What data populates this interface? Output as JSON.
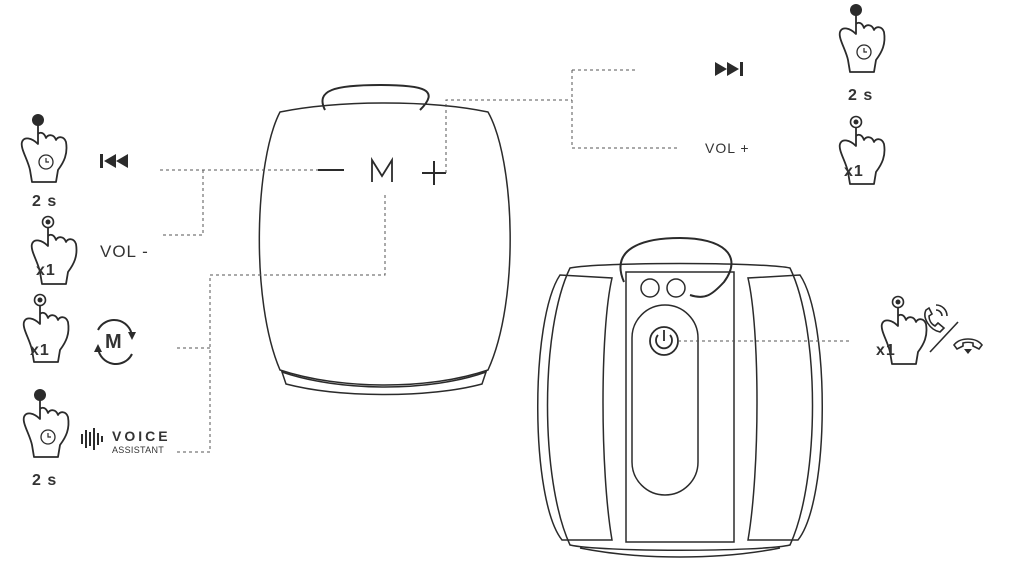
{
  "speaker_front": {
    "buttons": {
      "minus": "—",
      "mode": "M",
      "plus": "+"
    }
  },
  "left_column": {
    "previous_track_hold": "2 s",
    "volume_down": "VOL -",
    "press_count_vol_down": "x1",
    "press_count_mode": "x1",
    "mode_icon": "M",
    "voice_assistant": {
      "title": "VOICE",
      "subtitle": "ASSISTANT",
      "hold": "2 s"
    }
  },
  "right_column": {
    "next_track_hold": "2 s",
    "volume_up": "VOL +",
    "press_count_vol_up": "x1",
    "press_count_call": "x1"
  },
  "icons": [
    "hand-press-icon",
    "timer-icon",
    "previous-track-icon",
    "next-track-icon",
    "mode-cycle-icon",
    "voice-waveform-icon",
    "phone-answer-icon",
    "phone-hangup-icon",
    "power-icon"
  ],
  "colors": {
    "line": "#2b2b2b",
    "hand_fill": "#ffffff",
    "fingertip": "#2b2b2b"
  }
}
